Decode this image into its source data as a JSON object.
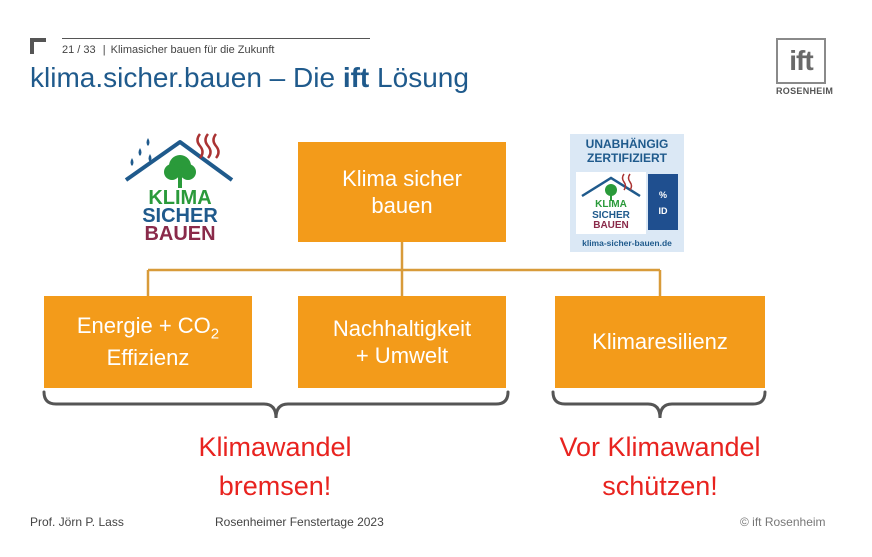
{
  "header": {
    "page_number": "21 / 33",
    "section": "Klimasicher bauen für die Zukunft",
    "title_prefix": "klima.sicher.bauen – Die ",
    "title_bold": "ift",
    "title_suffix": " Lösung"
  },
  "ift_logo": {
    "mark": "ift",
    "sub": "ROSENHEIM"
  },
  "ksb_logo": {
    "line1": "KLIMA",
    "line2": "SICHER",
    "line3": "BAUEN",
    "icon": "house-tree-rain-icon"
  },
  "badge": {
    "line1": "UNABHÄNGIG",
    "line2": "ZERTIFIZIERT",
    "mini1": "KLIMA",
    "mini2": "SICHER",
    "mini3": "BAUEN",
    "blue_top": "%",
    "blue_bottom": "ID",
    "url": "klima-sicher-bauen.de"
  },
  "diagram": {
    "top": {
      "line1": "Klima sicher",
      "line2": "bauen"
    },
    "children": [
      {
        "line1": "Energie + CO",
        "sub": "2",
        "line2": "Effizienz"
      },
      {
        "line1": "Nachhaltigkeit",
        "line2": "+ Umwelt"
      },
      {
        "line1": "Klimaresilienz"
      }
    ],
    "left_group": {
      "line1": "Klimawandel",
      "line2": "bremsen!"
    },
    "right_group": {
      "line1": "Vor Klimawandel",
      "line2": "schützen!"
    }
  },
  "colors": {
    "accent": "#f39b1a",
    "title": "#1f5a8c",
    "highlight": "#e8231f",
    "connector": "#d89b3a"
  },
  "footer": {
    "author": "Prof. Jörn P. Lass",
    "event": "Rosenheimer Fenstertage 2023",
    "copyright": "© ift Rosenheim"
  }
}
